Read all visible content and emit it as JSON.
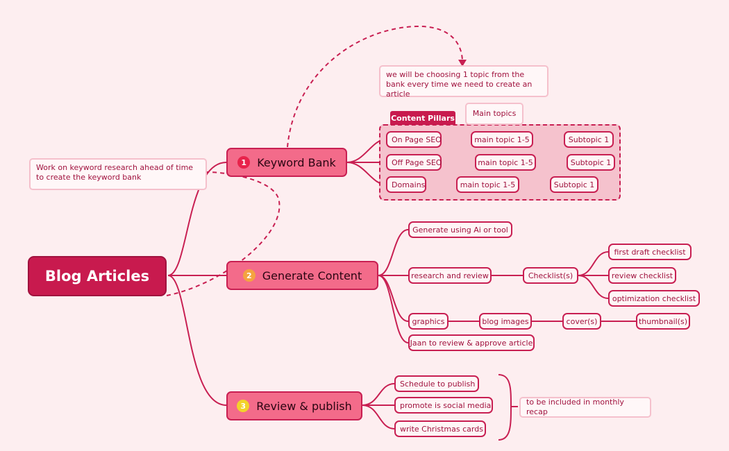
{
  "colors": {
    "background": "#fdeef0",
    "root": "#c81a4e",
    "main_fill": "#f36b8a",
    "line": "#c81f52",
    "zone_fill": "#f5c2cd",
    "num1": "#e8234b",
    "num2": "#f4a340",
    "num3": "#f2d32a"
  },
  "root": {
    "label": "Blog Articles"
  },
  "keyword_bank": {
    "number": "1",
    "label": "Keyword Bank",
    "note": "Work on keyword research ahead of time to create the keyword bank",
    "callout": "we will be choosing 1 topic from the bank every time we need to create an article",
    "pillars_tag": "Content Pillars",
    "main_topics_label": "Main topics",
    "rows": [
      {
        "pillar": "On Page SEO",
        "topic": "main topic 1-5",
        "subtopic": "Subtopic 1"
      },
      {
        "pillar": "Off Page SEO",
        "topic": "main topic 1-5",
        "subtopic": "Subtopic 1"
      },
      {
        "pillar": "Domains",
        "topic": "main topic 1-5",
        "subtopic": "Subtopic 1"
      }
    ]
  },
  "generate": {
    "number": "2",
    "label": "Generate Content",
    "ai": "Generate using Ai or tool",
    "research": "research and review",
    "checklists": "Checklist(s)",
    "checklist_items": [
      "first draft checklist",
      "review checklist",
      "optimization checklist"
    ],
    "graphics": "graphics",
    "blog_images": "blog images",
    "covers": "cover(s)",
    "thumbnails": "thumbnail(s)",
    "approve": "Jaan to review & approve article"
  },
  "review": {
    "number": "3",
    "label": "Review & publish",
    "items": [
      "Schedule to publish",
      "promote is social media",
      "write Christmas cards"
    ],
    "recap": "to be included in monthly recap"
  }
}
